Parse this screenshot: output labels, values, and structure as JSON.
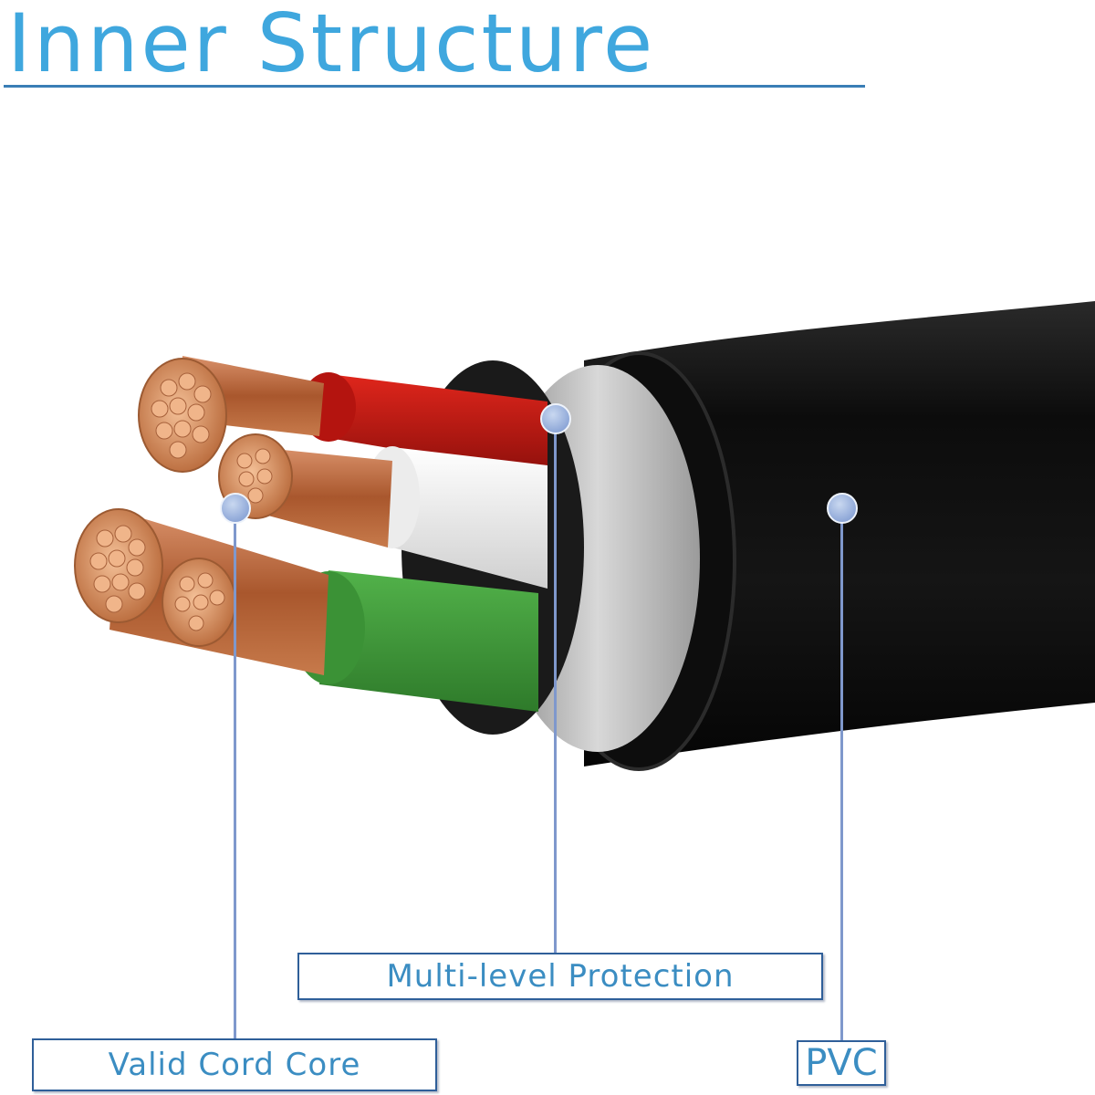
{
  "title": "Inner Structure",
  "labels": {
    "multi_level_protection": "Multi-level Protection",
    "valid_cord_core": "Valid Cord Core",
    "pvc": "PVC"
  },
  "colors": {
    "title": "#3fa7de",
    "rule": "#3a7eb6",
    "label_text": "#3b8dc2",
    "label_border": "#2f5f99",
    "leader": "#7f98cc",
    "jacket": "#121212",
    "shield": "#b9b9b9",
    "wire_red": "#c81d16",
    "wire_white": "#e8e8e8",
    "wire_green": "#3f9a3a",
    "copper": "#d58a55"
  }
}
